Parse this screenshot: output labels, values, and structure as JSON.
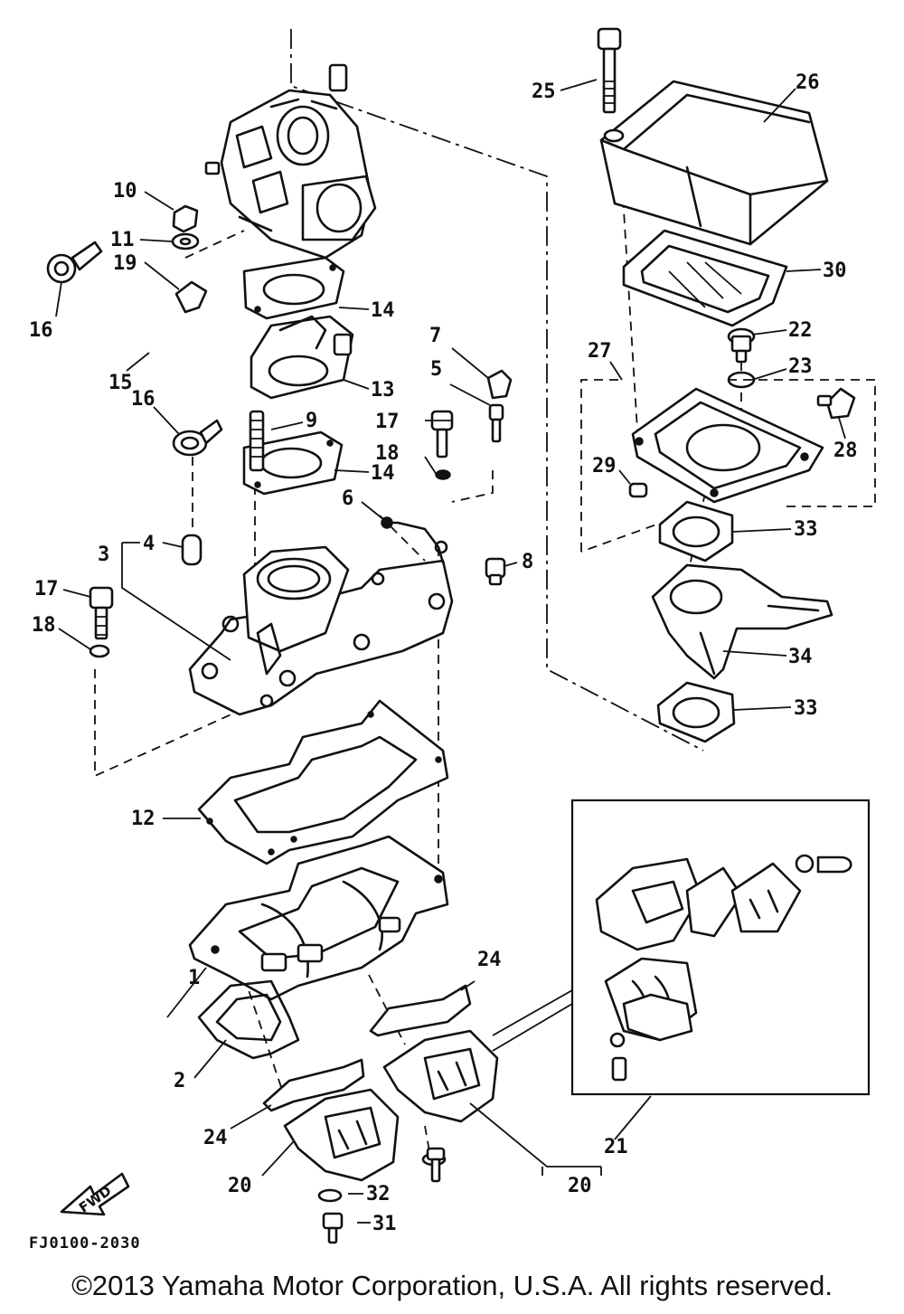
{
  "diagram": {
    "code": "FJ0100-2030",
    "direction_label": "FWD",
    "copyright": "©2013 Yamaha Motor Corporation, U.S.A. All rights reserved.",
    "callouts": [
      {
        "id": "1",
        "label": "1"
      },
      {
        "id": "2",
        "label": "2"
      },
      {
        "id": "3",
        "label": "3"
      },
      {
        "id": "4",
        "label": "4"
      },
      {
        "id": "5",
        "label": "5"
      },
      {
        "id": "6",
        "label": "6"
      },
      {
        "id": "7",
        "label": "7"
      },
      {
        "id": "8",
        "label": "8"
      },
      {
        "id": "9",
        "label": "9"
      },
      {
        "id": "10",
        "label": "10"
      },
      {
        "id": "11",
        "label": "11"
      },
      {
        "id": "12",
        "label": "12"
      },
      {
        "id": "13",
        "label": "13"
      },
      {
        "id": "14a",
        "label": "14"
      },
      {
        "id": "14b",
        "label": "14"
      },
      {
        "id": "15",
        "label": "15"
      },
      {
        "id": "16a",
        "label": "16"
      },
      {
        "id": "16b",
        "label": "16"
      },
      {
        "id": "17a",
        "label": "17"
      },
      {
        "id": "17b",
        "label": "17"
      },
      {
        "id": "18a",
        "label": "18"
      },
      {
        "id": "18b",
        "label": "18"
      },
      {
        "id": "19",
        "label": "19"
      },
      {
        "id": "20a",
        "label": "20"
      },
      {
        "id": "20b",
        "label": "20"
      },
      {
        "id": "21",
        "label": "21"
      },
      {
        "id": "22",
        "label": "22"
      },
      {
        "id": "23",
        "label": "23"
      },
      {
        "id": "24a",
        "label": "24"
      },
      {
        "id": "24b",
        "label": "24"
      },
      {
        "id": "25",
        "label": "25"
      },
      {
        "id": "26",
        "label": "26"
      },
      {
        "id": "27",
        "label": "27"
      },
      {
        "id": "28",
        "label": "28"
      },
      {
        "id": "29",
        "label": "29"
      },
      {
        "id": "30",
        "label": "30"
      },
      {
        "id": "31",
        "label": "31"
      },
      {
        "id": "32",
        "label": "32"
      },
      {
        "id": "33a",
        "label": "33"
      },
      {
        "id": "33b",
        "label": "33"
      },
      {
        "id": "34",
        "label": "34"
      }
    ]
  }
}
